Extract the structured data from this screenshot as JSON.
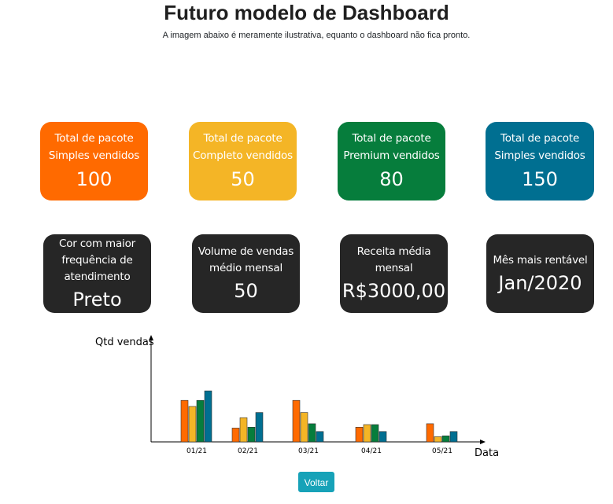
{
  "page": {
    "title": "Futuro modelo de Dashboard",
    "subtitle": "A imagem abaixo é meramente ilustrativa, equanto o dashboard não fica pronto."
  },
  "cards": {
    "orange": {
      "line1": "Total de pacote",
      "line2": "Simples vendidos",
      "value": "100",
      "color": "#ff6a00"
    },
    "yellow": {
      "line1": "Total de pacote",
      "line2": "Completo vendidos",
      "value": "50",
      "color": "#f4b526"
    },
    "green": {
      "line1": "Total de pacote",
      "line2": "Premium vendidos",
      "value": "80",
      "color": "#067d3c"
    },
    "blue": {
      "line1": "Total de pacote",
      "line2": "Simples vendidos",
      "value": "150",
      "color": "#006f91"
    }
  },
  "stats": {
    "cor": {
      "line1": "Cor com maior",
      "line2": "frequência de",
      "line3": "atendimento",
      "value": "Preto"
    },
    "volume": {
      "line1": "Volume de vendas",
      "line2": "médio mensal",
      "value": "50"
    },
    "receita": {
      "line1": "Receita média",
      "line2": "mensal",
      "value": "R$3000,00"
    },
    "mes": {
      "line1": "Mês mais rentável",
      "value": "Jan/2020"
    }
  },
  "chart_data": {
    "type": "bar",
    "title": "",
    "ylabel": "Qtd vendas",
    "xlabel": "Data",
    "categories": [
      "01/21",
      "02/21",
      "03/21",
      "04/21",
      "05/21"
    ],
    "series": [
      {
        "values": [
          48,
          16,
          48,
          17,
          21
        ],
        "color": "#ff6a00"
      },
      {
        "values": [
          41,
          28,
          34,
          20,
          6
        ],
        "color": "#f4b526"
      },
      {
        "values": [
          48,
          17,
          21,
          20,
          7
        ],
        "color": "#067d3c"
      },
      {
        "values": [
          59,
          34,
          12,
          12,
          12
        ],
        "color": "#006f91"
      }
    ],
    "ylim": [
      0,
      120
    ],
    "grid": false,
    "legend": "none"
  },
  "actions": {
    "back_label": "Voltar"
  }
}
